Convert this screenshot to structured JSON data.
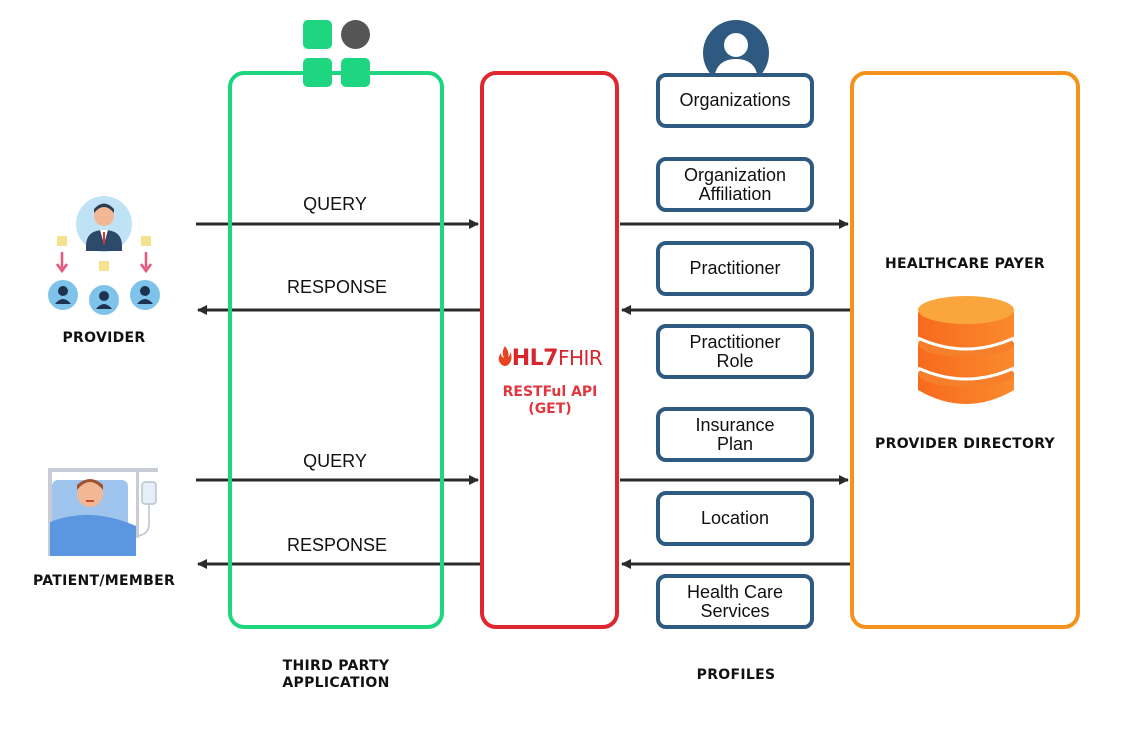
{
  "actors": {
    "provider": "PROVIDER",
    "patient": "PATIENT/MEMBER"
  },
  "third_party": {
    "label_line1": "THIRD PARTY",
    "label_line2": "APPLICATION"
  },
  "api": {
    "brand_hl7": "HL7",
    "brand_fhir": "FHIR",
    "line1": "RESTFul API",
    "line2": "(GET)"
  },
  "profiles": {
    "footer": "PROFILES",
    "items": [
      {
        "line1": "Organizations",
        "line2": ""
      },
      {
        "line1": "Organization",
        "line2": "Affiliation"
      },
      {
        "line1": "Practitioner",
        "line2": ""
      },
      {
        "line1": "Practitioner",
        "line2": "Role"
      },
      {
        "line1": "Insurance",
        "line2": "Plan"
      },
      {
        "line1": "Location",
        "line2": ""
      },
      {
        "line1": "Health Care",
        "line2": "Services"
      }
    ]
  },
  "payer": {
    "title": "HEALTHCARE PAYER",
    "subtitle": "PROVIDER DIRECTORY"
  },
  "flows": {
    "query_top": "QUERY",
    "response_top": "RESPONSE",
    "query_bottom": "QUERY",
    "response_bottom": "RESPONSE"
  },
  "colors": {
    "third_party_border": "#1ed680",
    "api_border": "#e0262f",
    "payer_border": "#f5921e",
    "profile_border": "#2e5a82",
    "arrow": "#2b2b2b"
  }
}
